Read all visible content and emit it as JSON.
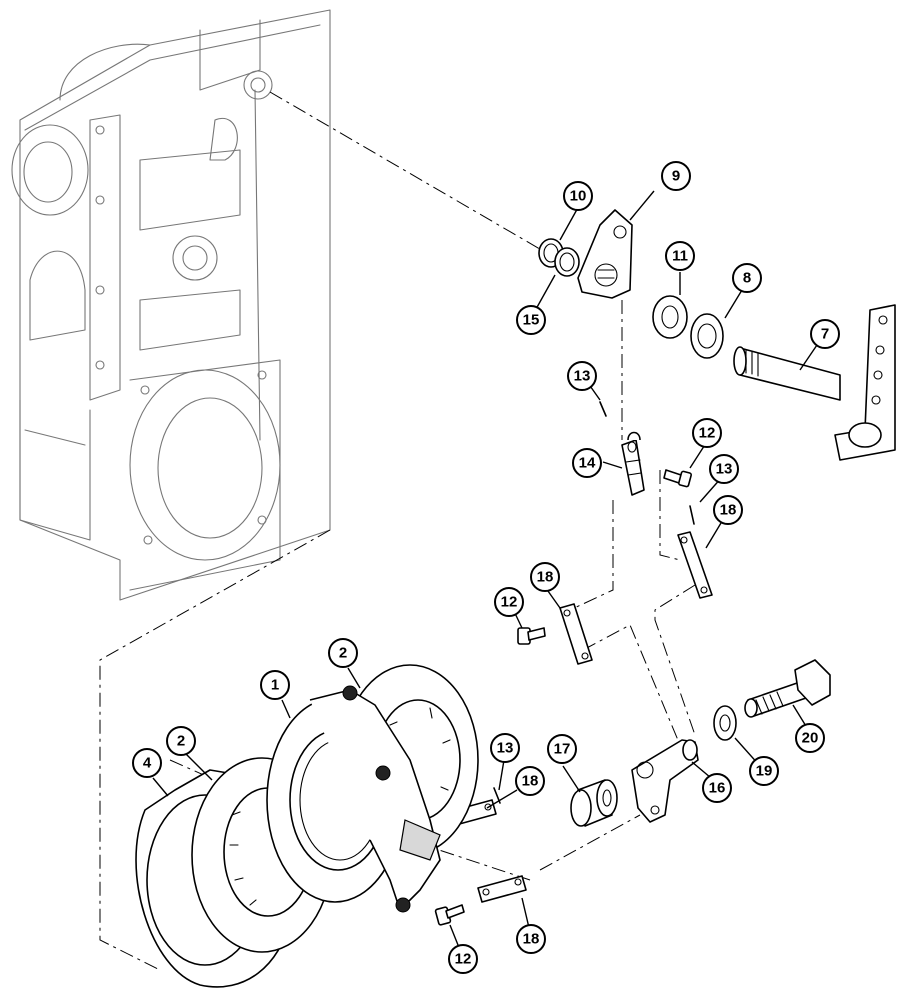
{
  "callouts": [
    {
      "id": "c1",
      "label": "1"
    },
    {
      "id": "c2a",
      "label": "2"
    },
    {
      "id": "c2b",
      "label": "2"
    },
    {
      "id": "c4",
      "label": "4"
    },
    {
      "id": "c7",
      "label": "7"
    },
    {
      "id": "c8",
      "label": "8"
    },
    {
      "id": "c9",
      "label": "9"
    },
    {
      "id": "c10",
      "label": "10"
    },
    {
      "id": "c11",
      "label": "11"
    },
    {
      "id": "c12a",
      "label": "12"
    },
    {
      "id": "c12b",
      "label": "12"
    },
    {
      "id": "c12c",
      "label": "12"
    },
    {
      "id": "c13a",
      "label": "13"
    },
    {
      "id": "c13b",
      "label": "13"
    },
    {
      "id": "c13c",
      "label": "13"
    },
    {
      "id": "c14",
      "label": "14"
    },
    {
      "id": "c15",
      "label": "15"
    },
    {
      "id": "c16",
      "label": "16"
    },
    {
      "id": "c17",
      "label": "17"
    },
    {
      "id": "c18a",
      "label": "18"
    },
    {
      "id": "c18b",
      "label": "18"
    },
    {
      "id": "c18c",
      "label": "18"
    },
    {
      "id": "c18d",
      "label": "18"
    },
    {
      "id": "c19",
      "label": "19"
    },
    {
      "id": "c20",
      "label": "20"
    }
  ]
}
